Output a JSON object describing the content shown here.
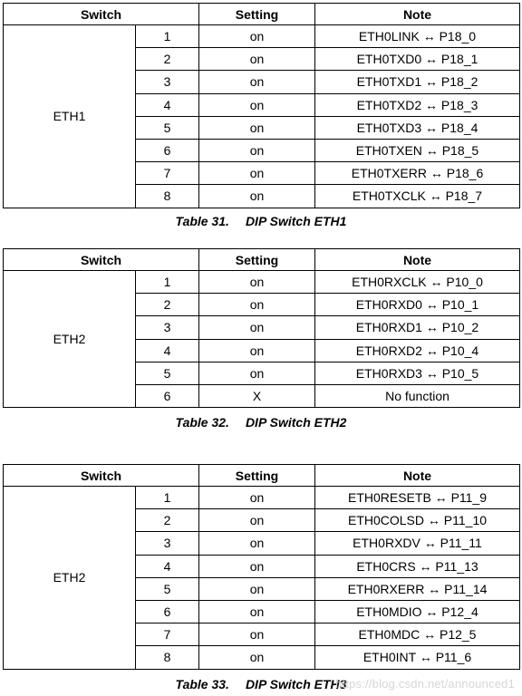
{
  "headers": {
    "switch": "Switch",
    "setting": "Setting",
    "note": "Note"
  },
  "tables": [
    {
      "group": "ETH1",
      "caption_number": "Table 31.",
      "caption_title": "DIP Switch ETH1",
      "rows": [
        {
          "switch": "1",
          "setting": "on",
          "note": "ETH0LINK ↔ P18_0"
        },
        {
          "switch": "2",
          "setting": "on",
          "note": "ETH0TXD0 ↔ P18_1"
        },
        {
          "switch": "3",
          "setting": "on",
          "note": "ETH0TXD1 ↔ P18_2"
        },
        {
          "switch": "4",
          "setting": "on",
          "note": "ETH0TXD2 ↔ P18_3"
        },
        {
          "switch": "5",
          "setting": "on",
          "note": "ETH0TXD3 ↔ P18_4"
        },
        {
          "switch": "6",
          "setting": "on",
          "note": "ETH0TXEN ↔ P18_5"
        },
        {
          "switch": "7",
          "setting": "on",
          "note": "ETH0TXERR ↔ P18_6"
        },
        {
          "switch": "8",
          "setting": "on",
          "note": "ETH0TXCLK ↔ P18_7"
        }
      ]
    },
    {
      "group": "ETH2",
      "caption_number": "Table 32.",
      "caption_title": "DIP Switch ETH2",
      "rows": [
        {
          "switch": "1",
          "setting": "on",
          "note": "ETH0RXCLK ↔ P10_0"
        },
        {
          "switch": "2",
          "setting": "on",
          "note": "ETH0RXD0 ↔ P10_1"
        },
        {
          "switch": "3",
          "setting": "on",
          "note": "ETH0RXD1 ↔ P10_2"
        },
        {
          "switch": "4",
          "setting": "on",
          "note": "ETH0RXD2 ↔ P10_4"
        },
        {
          "switch": "5",
          "setting": "on",
          "note": "ETH0RXD3 ↔ P10_5"
        },
        {
          "switch": "6",
          "setting": "X",
          "note": "No function"
        }
      ]
    },
    {
      "group": "ETH2",
      "caption_number": "Table 33.",
      "caption_title": "DIP Switch ETH3",
      "rows": [
        {
          "switch": "1",
          "setting": "on",
          "note": "ETH0RESETB ↔ P11_9"
        },
        {
          "switch": "2",
          "setting": "on",
          "note": "ETH0COLSD ↔ P11_10"
        },
        {
          "switch": "3",
          "setting": "on",
          "note": "ETH0RXDV ↔ P11_11"
        },
        {
          "switch": "4",
          "setting": "on",
          "note": "ETH0CRS ↔ P11_13"
        },
        {
          "switch": "5",
          "setting": "on",
          "note": "ETH0RXERR ↔ P11_14"
        },
        {
          "switch": "6",
          "setting": "on",
          "note": "ETH0MDIO ↔ P12_4"
        },
        {
          "switch": "7",
          "setting": "on",
          "note": "ETH0MDC ↔ P12_5"
        },
        {
          "switch": "8",
          "setting": "on",
          "note": "ETH0INT ↔ P11_6"
        }
      ]
    }
  ],
  "watermark": "https://blog.csdn.net/announced1"
}
